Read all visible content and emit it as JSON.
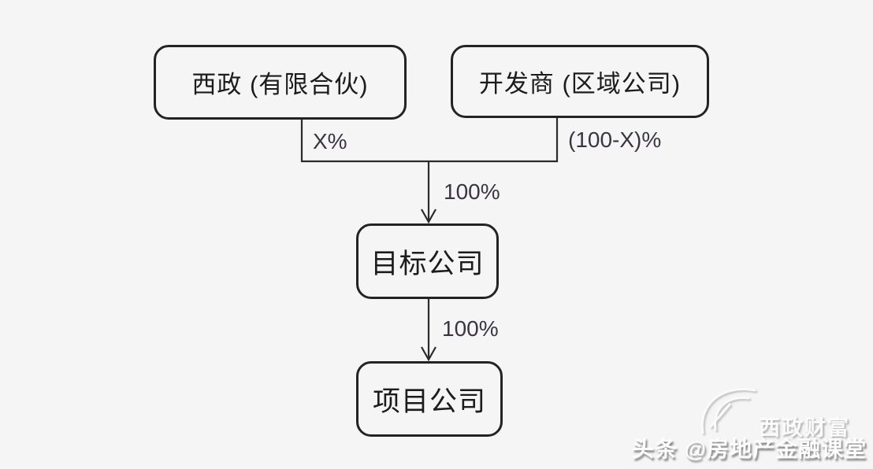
{
  "diagram": {
    "nodes": [
      {
        "id": "xizheng",
        "label": "西政 (有限合伙)"
      },
      {
        "id": "developer",
        "label": "开发商 (区域公司)"
      },
      {
        "id": "target",
        "label": "目标公司"
      },
      {
        "id": "project",
        "label": "项目公司"
      }
    ],
    "edge_labels": [
      {
        "id": "xizheng-share",
        "text": "X%"
      },
      {
        "id": "developer-share",
        "text": "(100-X)%"
      },
      {
        "id": "group-to-target",
        "text": "100%"
      },
      {
        "id": "target-to-project",
        "text": "100%"
      }
    ]
  },
  "watermarks": {
    "brand": "西政财富",
    "credit": "头条 @房地产金融课堂"
  },
  "colors": {
    "background": "#f5f5f5",
    "node_border": "#232323",
    "connector": "#2b2b2b",
    "node_text": "#1c1c1c",
    "edge_label_text": "#3a3540",
    "watermark_text": "#fdfdfd"
  }
}
